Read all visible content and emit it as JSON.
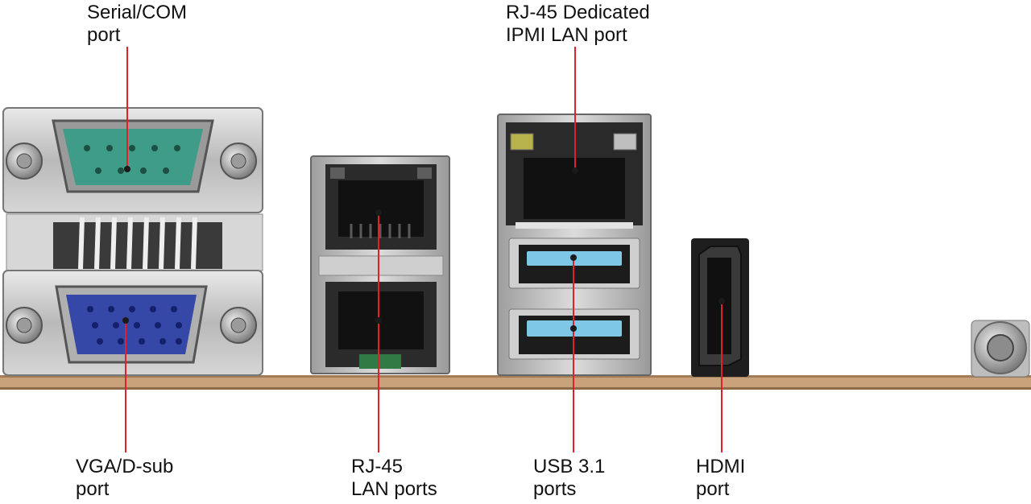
{
  "labels": {
    "serial": {
      "line1": "Serial/COM",
      "line2": "port"
    },
    "ipmi": {
      "line1": "RJ-45 Dedicated",
      "line2": "IPMI LAN port"
    },
    "vga": {
      "line1": "VGA/D-sub",
      "line2": "port"
    },
    "rj45": {
      "line1": "RJ-45",
      "line2": "LAN ports"
    },
    "usb": {
      "line1": "USB 3.1",
      "line2": "ports"
    },
    "hdmi": {
      "line1": "HDMI",
      "line2": "port"
    }
  },
  "colors": {
    "leader_line": "#e0202a",
    "serial_connector": "#3e9c88",
    "vga_connector": "#3548a8",
    "usb_tongue": "#7fc7e6",
    "pcb_edge": "#c9a27c"
  }
}
